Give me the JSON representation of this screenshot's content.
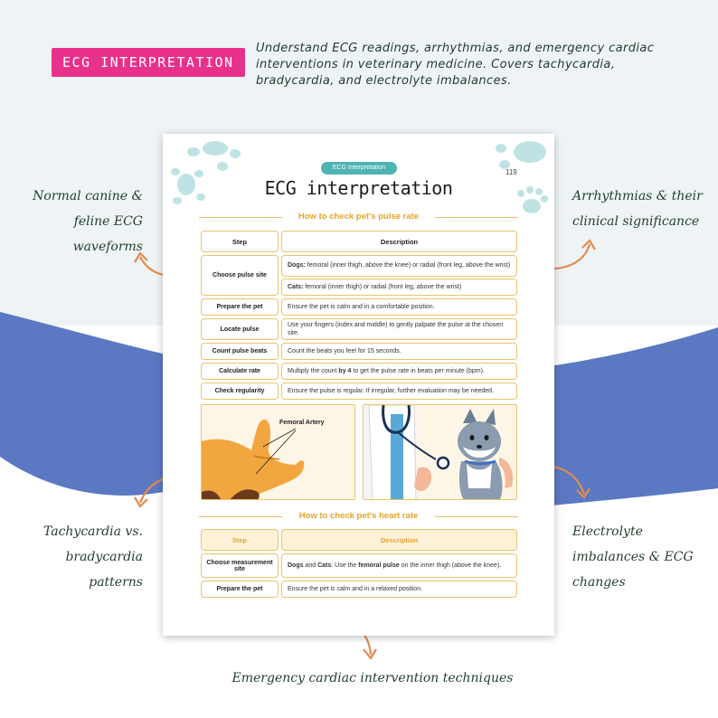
{
  "header": {
    "tag_label": "ECG INTERPRETATION",
    "intro_text": "Understand ECG readings, arrhythmias, and emergency cardiac interventions in veterinary medicine. Covers tachycardia, bradycardia, and electrolyte imbalances."
  },
  "callouts": {
    "top_left": [
      "Normal canine &",
      "feline ECG waveforms"
    ],
    "top_right": [
      "Arrhythmias & their",
      "clinical significance"
    ],
    "mid_left": [
      "Tachycardia vs.",
      "bradycardia patterns"
    ],
    "mid_right": [
      "Electrolyte",
      "imbalances & ECG",
      "changes"
    ],
    "bottom": "Emergency cardiac intervention techniques"
  },
  "doc": {
    "pill": "ECG Interpretation",
    "page_number": "119",
    "title": "ECG interpretation",
    "section1_title": "How to check pet's pulse rate",
    "section2_title": "How to check pet's heart rate",
    "table1": {
      "headers": [
        "Step",
        "Description"
      ],
      "rows": [
        {
          "step": "Choose pulse site",
          "desc_a_bold": "Dogs:",
          "desc_a": " femoral (inner thigh, above the knee) or radial (front leg, above the wrist)",
          "desc_b_bold": "Cats:",
          "desc_b": " femoral (inner thigh) or radial (front leg, above the wrist)"
        },
        {
          "step": "Prepare the pet",
          "desc": "Ensure the pet is calm and in a comfortable position."
        },
        {
          "step": "Locate pulse",
          "desc": "Use your fingers (index and middle) to gently palpate the pulse at the chosen site."
        },
        {
          "step": "Count pulse beats",
          "desc": "Count the beats you feel for 15 seconds."
        },
        {
          "step": "Calculate rate",
          "desc_pre": "Multiply the count ",
          "desc_bold": "by 4",
          "desc_post": " to get the pulse rate in beats per minute (bpm)."
        },
        {
          "step": "Check regularity",
          "desc": "Ensure the pulse is regular. If irregular, further evaluation may be needed."
        }
      ]
    },
    "image_label": "Femoral Artery",
    "table2": {
      "headers": [
        "Step",
        "Description"
      ],
      "rows": [
        {
          "step": "Choose measurement site",
          "d1": "Dogs",
          "d2": " and ",
          "d3": "Cats",
          "d4": ": Use the ",
          "d5": "femoral pulse",
          "d6": " on the inner thigh (above the knee)."
        },
        {
          "step": "Prepare the pet",
          "desc": "Ensure the pet is calm and in a relaxed position."
        }
      ]
    }
  },
  "colors": {
    "tag_bg": "#e8318b",
    "wave_blue": "#5b79c2",
    "arrow_orange": "#e58a4e",
    "teal": "#4fb3b2",
    "gold": "#e3a52a"
  }
}
